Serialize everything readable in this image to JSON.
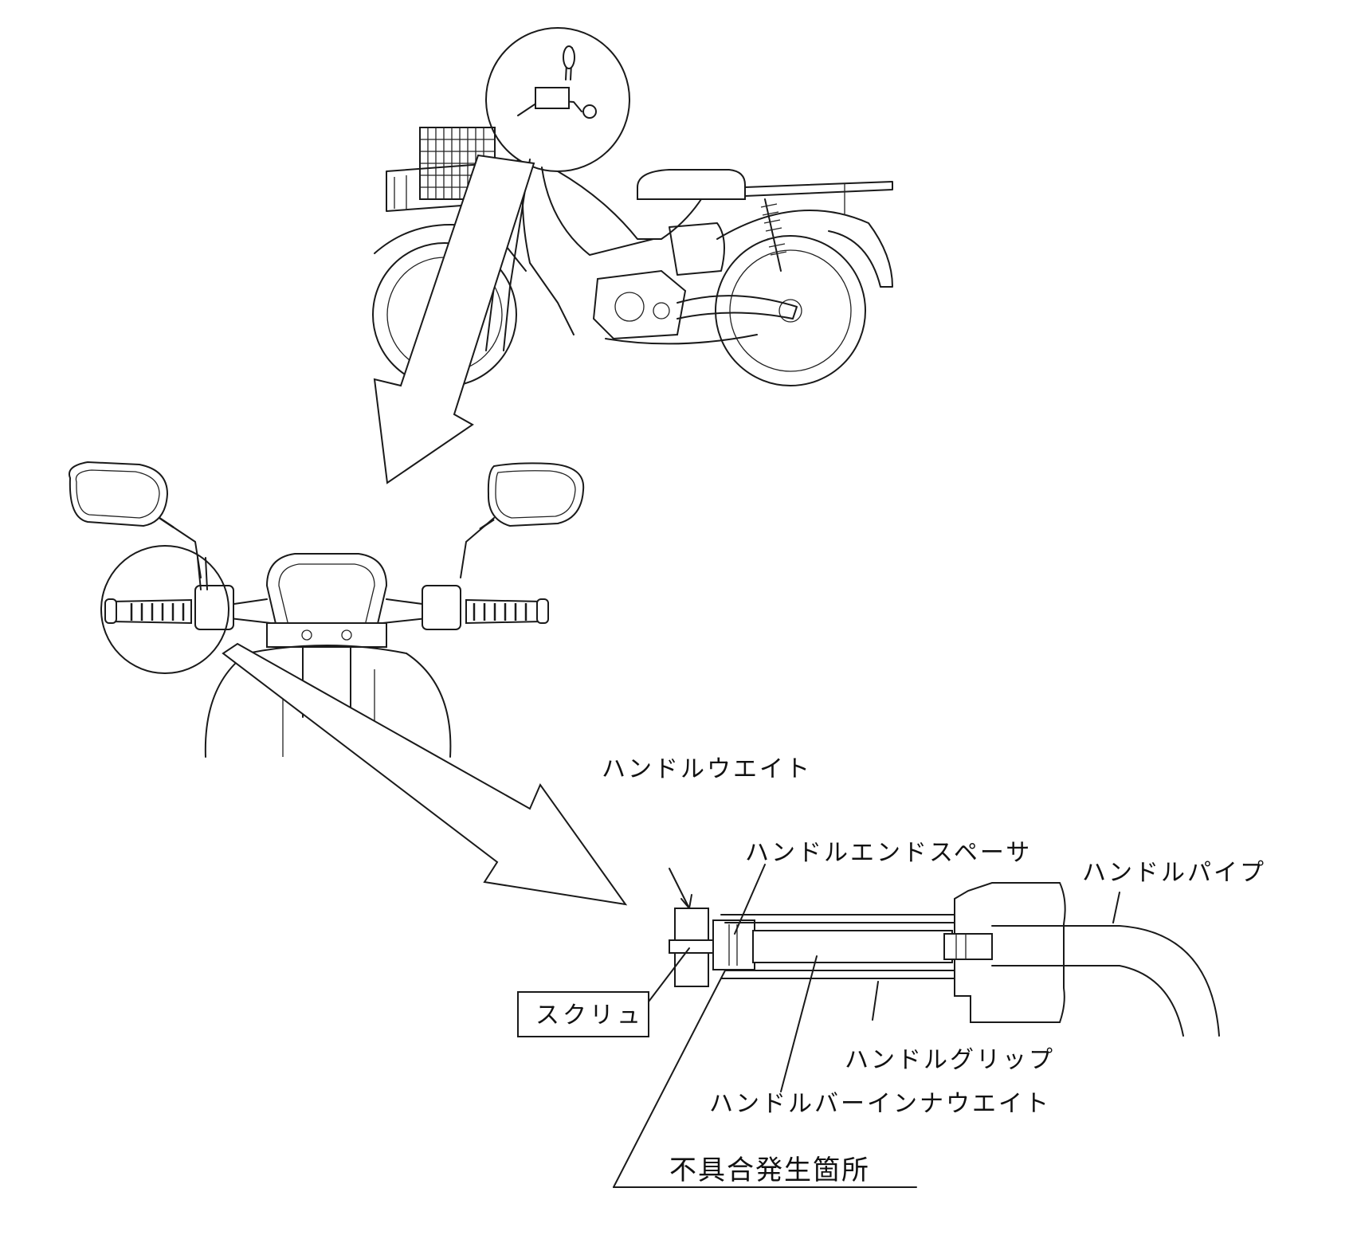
{
  "labels": {
    "handle_weight": "ハンドルウエイト",
    "handle_end_spacer": "ハンドルエンドスペーサ",
    "handle_pipe": "ハンドルパイプ",
    "screw": "スクリュ",
    "handle_grip": "ハンドルグリップ",
    "handlebar_inner_weight": "ハンドルバーインナウエイト",
    "defect_location": "不具合発生箇所"
  }
}
